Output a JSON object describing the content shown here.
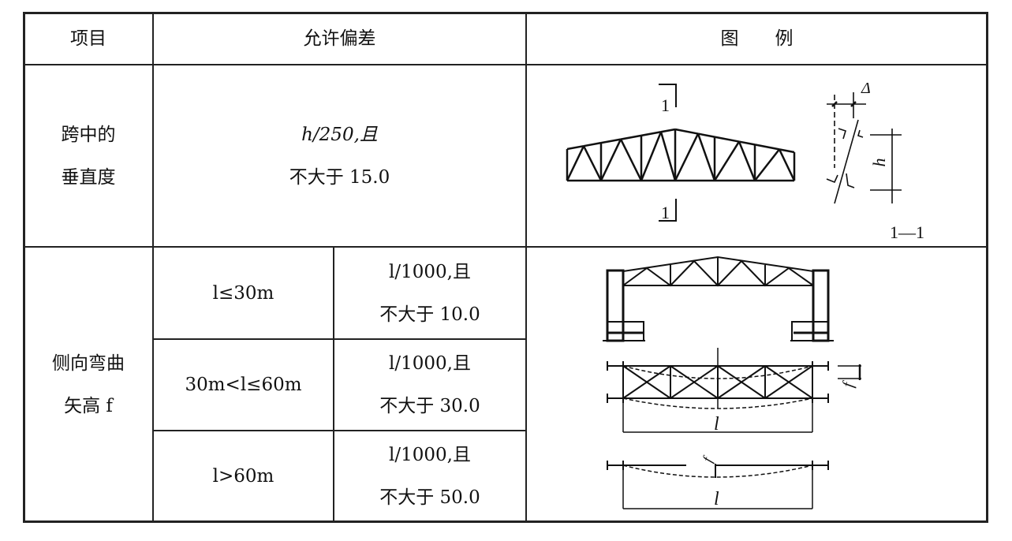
{
  "header": {
    "item": "项目",
    "tolerance": "允许偏差",
    "figure": "图　　例"
  },
  "rows": [
    {
      "item": [
        "跨中的",
        "垂直度"
      ],
      "tolerance": [
        "h/250,且",
        "不大于 15.0"
      ],
      "figure_labels": {
        "section_mark": "1",
        "section_name": "1—1",
        "delta": "Δ",
        "height": "h"
      }
    },
    {
      "item": [
        "侧向弯曲",
        "矢高 f"
      ],
      "subrows": [
        {
          "condition": "l≤30m",
          "tolerance": [
            "l/1000,且",
            "不大于 10.0"
          ]
        },
        {
          "condition": "30m<l≤60m",
          "tolerance": [
            "l/1000,且",
            "不大于 30.0"
          ]
        },
        {
          "condition": "l>60m",
          "tolerance": [
            "l/1000,且",
            "不大于 50.0"
          ]
        }
      ],
      "figure_labels": {
        "span": "l",
        "sag": "f"
      }
    }
  ]
}
